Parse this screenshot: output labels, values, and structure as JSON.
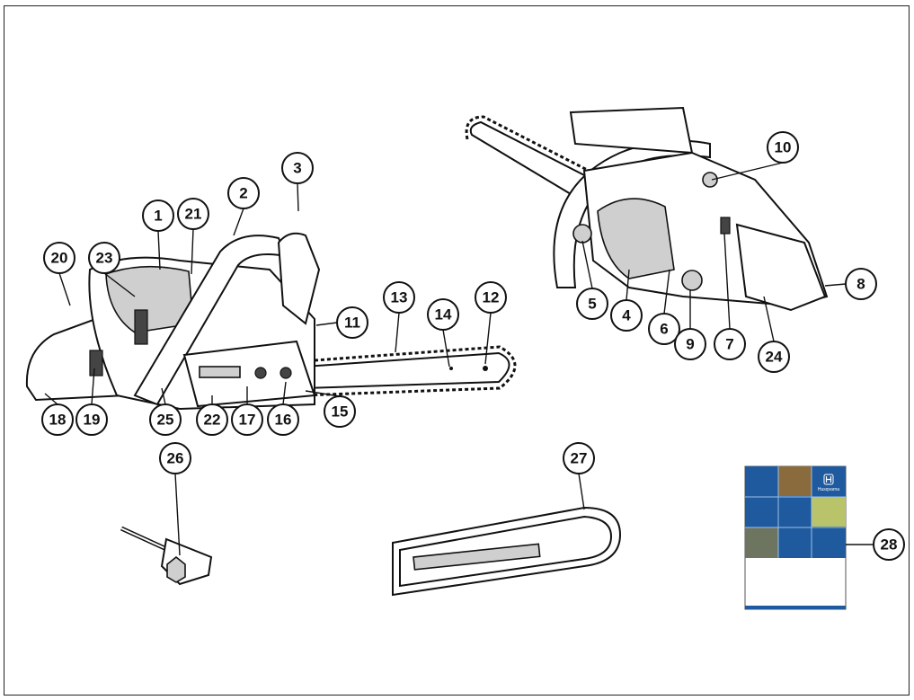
{
  "diagram": {
    "callouts": [
      "1",
      "2",
      "3",
      "4",
      "5",
      "6",
      "7",
      "8",
      "9",
      "10",
      "11",
      "12",
      "13",
      "14",
      "15",
      "16",
      "17",
      "18",
      "19",
      "20",
      "21",
      "22",
      "23",
      "24",
      "25",
      "26",
      "27",
      "28"
    ],
    "manual_logo_text": "Husqvarna",
    "colors": {
      "manual_blue": "#1f5a9e",
      "line": "#111111"
    }
  }
}
